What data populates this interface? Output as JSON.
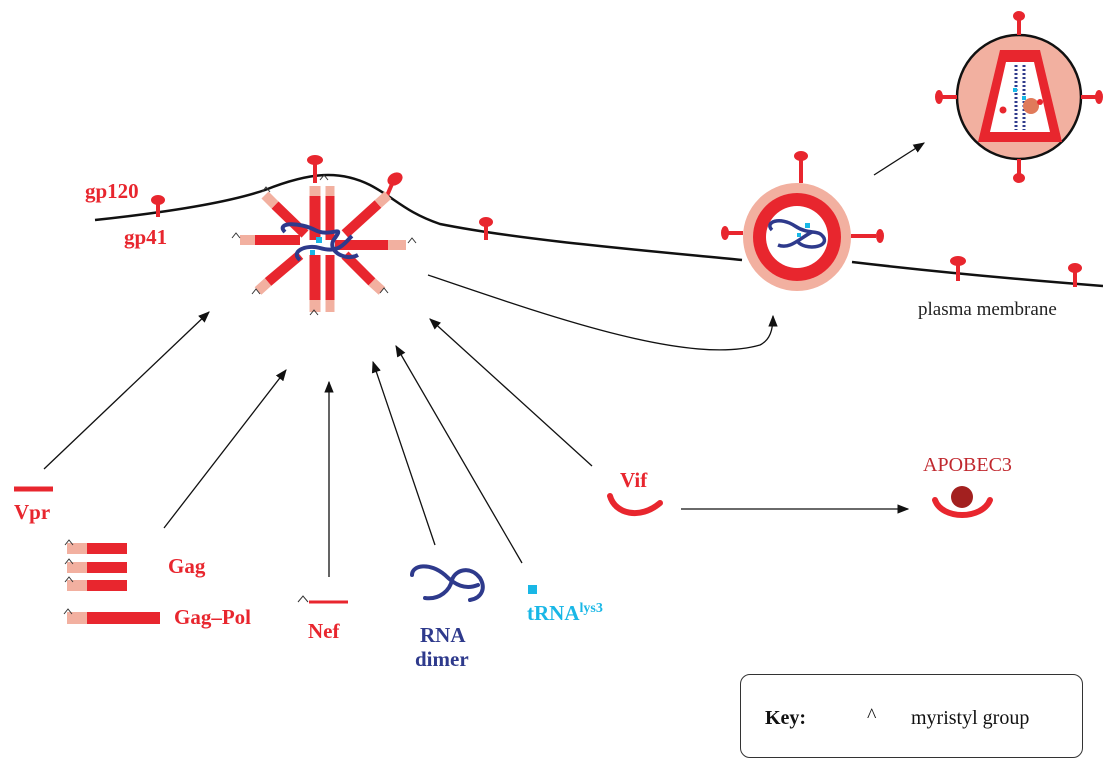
{
  "labels": {
    "gp120": "gp120",
    "gp41": "gp41",
    "plasma_membrane": "plasma membrane",
    "vpr": "Vpr",
    "gag": "Gag",
    "gag_pol": "Gag–Pol",
    "nef": "Nef",
    "rna_line1": "RNA",
    "rna_line2": "dimer",
    "trna": "tRNA",
    "trna_sup": "lys3",
    "vif": "Vif",
    "apobec3": "APOBEC3"
  },
  "key": {
    "title": "Key:",
    "symbol": "^",
    "text": "myristyl group"
  },
  "colors": {
    "red": "#e8262e",
    "pink": "#f2b0a0",
    "blue": "#2e3a8c",
    "cyan": "#19b7e6",
    "apobec_dark": "#a3201f"
  }
}
